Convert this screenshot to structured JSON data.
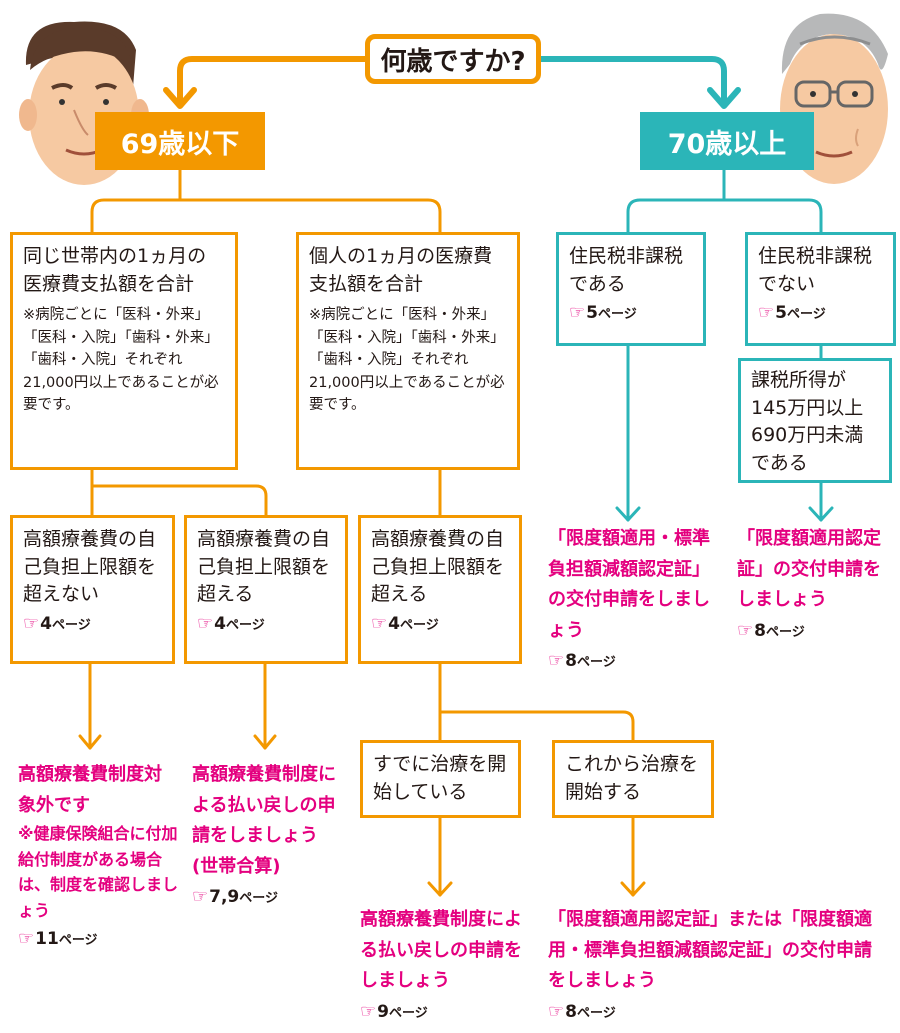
{
  "question": "何歳ですか?",
  "age_left": "69歳以下",
  "age_right": "70歳以上",
  "boxes": {
    "household_title": "同じ世帯内の1ヵ月の医療費支払額を合計",
    "individual_title": "個人の1ヵ月の医療費支払額を合計",
    "note": "※病院ごとに「医科・外来」「医科・入院」「歯科・外来」「歯科・入院」それぞれ21,000円以上であることが必要です。",
    "tax_exempt": "住民税非課税である",
    "tax_not_exempt": "住民税非課税でない",
    "taxable_income": "課税所得が145万円以上690万円未満である",
    "not_exceed": "高額療養費の自己負担上限額を超えない",
    "exceed": "高額療養費の自己負担上限額を超える",
    "already_treating": "すでに治療を開始している",
    "will_treat": "これから治療を開始する"
  },
  "refs": {
    "hand_icon": "hand-pointing-icon",
    "page_suffix": "ページ",
    "p4": "4",
    "p5": "5",
    "p8": "8",
    "p9": "9",
    "p11": "11",
    "p79": "7,9"
  },
  "results": {
    "r1_main": "高額療養費制度対象外です",
    "r1_sub": "※健康保険組合に付加給付制度がある場合は、制度を確認しましょう",
    "r2": "高額療養費制度による払い戻しの申請をしましょう(世帯合算)",
    "r3": "高額療養費制度による払い戻しの申請をしましょう",
    "r4": "「限度額適用認定証」または「限度額適用・標準負担額減額認定証」の交付申請をしましょう",
    "r5": "「限度額適用・標準負担額減額認定証」の交付申請をしましょう",
    "r6": "「限度額適用認定証」の交付申請をしましょう"
  },
  "colors": {
    "orange": "#f39800",
    "teal": "#2bb5b8",
    "magenta": "#e4007f"
  }
}
